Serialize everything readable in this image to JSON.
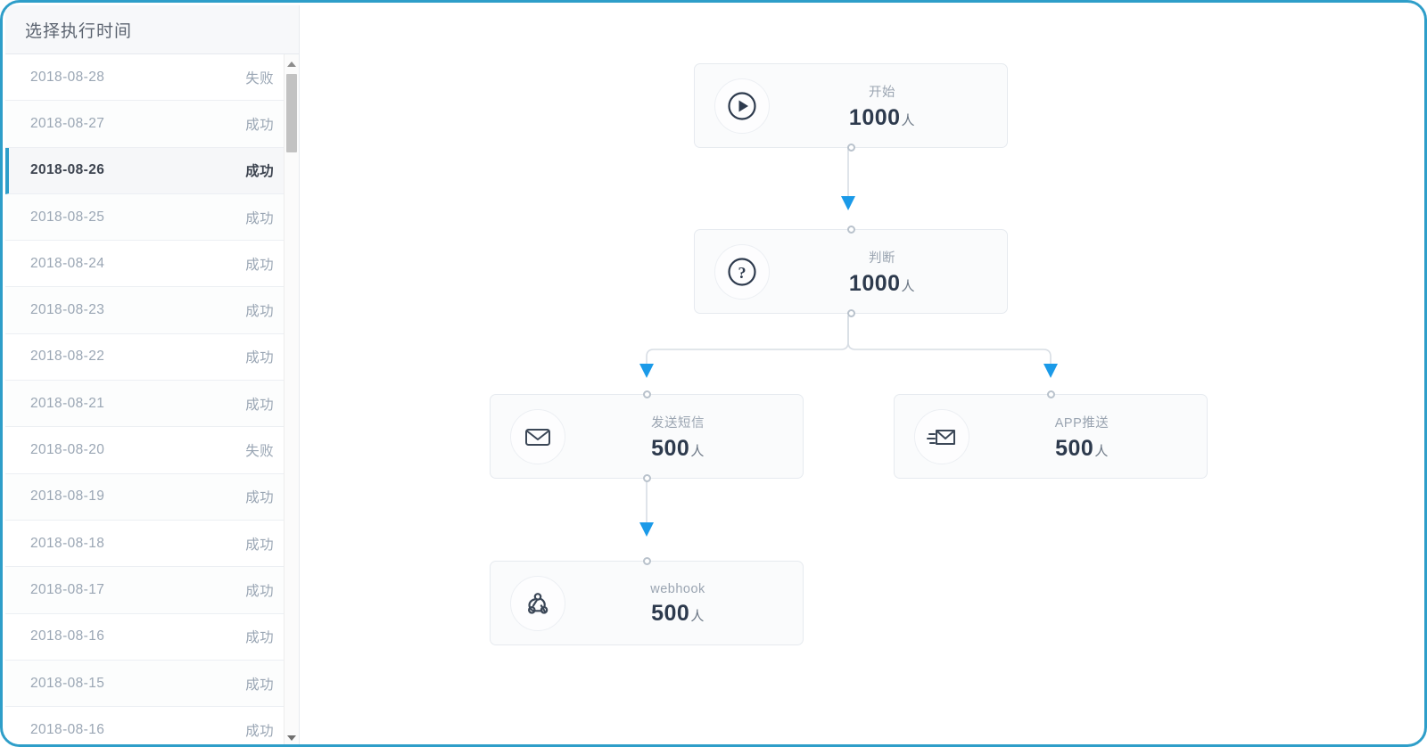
{
  "theme": {
    "frame_border": "#2e9ec9",
    "accent": "#2e9ec9",
    "arrow_blue": "#1b9ae8",
    "edge_gray": "#d7dde4",
    "node_bg": "#fafbfc",
    "node_border": "#e6eaef",
    "title_gray": "#9aa4b1",
    "count_navy": "#2d3a4d"
  },
  "sidebar": {
    "header": {
      "title": "选择执行时间"
    },
    "scrollbar": {
      "up_arrow": "scroll-up-arrow",
      "down_arrow": "scroll-down-arrow"
    },
    "rows": [
      {
        "date": "2018-08-28",
        "status": "失败",
        "selected": false
      },
      {
        "date": "2018-08-27",
        "status": "成功",
        "selected": false
      },
      {
        "date": "2018-08-26",
        "status": "成功",
        "selected": true
      },
      {
        "date": "2018-08-25",
        "status": "成功",
        "selected": false
      },
      {
        "date": "2018-08-24",
        "status": "成功",
        "selected": false
      },
      {
        "date": "2018-08-23",
        "status": "成功",
        "selected": false
      },
      {
        "date": "2018-08-22",
        "status": "成功",
        "selected": false
      },
      {
        "date": "2018-08-21",
        "status": "成功",
        "selected": false
      },
      {
        "date": "2018-08-20",
        "status": "失败",
        "selected": false
      },
      {
        "date": "2018-08-19",
        "status": "成功",
        "selected": false
      },
      {
        "date": "2018-08-18",
        "status": "成功",
        "selected": false
      },
      {
        "date": "2018-08-17",
        "status": "成功",
        "selected": false
      },
      {
        "date": "2018-08-16",
        "status": "成功",
        "selected": false
      },
      {
        "date": "2018-08-15",
        "status": "成功",
        "selected": false
      },
      {
        "date": "2018-08-16",
        "status": "成功",
        "selected": false
      }
    ]
  },
  "flow": {
    "nodes": [
      {
        "id": "start",
        "icon": "play-circle-icon",
        "title": "开始",
        "count": "1000",
        "unit": "人"
      },
      {
        "id": "branch",
        "icon": "question-circle-icon",
        "title": "判断",
        "count": "1000",
        "unit": "人"
      },
      {
        "id": "sms",
        "icon": "envelope-icon",
        "title": "发送短信",
        "count": "500",
        "unit": "人"
      },
      {
        "id": "apppush",
        "icon": "send-envelope-icon",
        "title": "APP推送",
        "count": "500",
        "unit": "人"
      },
      {
        "id": "webhook",
        "icon": "webhook-icon",
        "title": "webhook",
        "count": "500",
        "unit": "人"
      }
    ]
  }
}
